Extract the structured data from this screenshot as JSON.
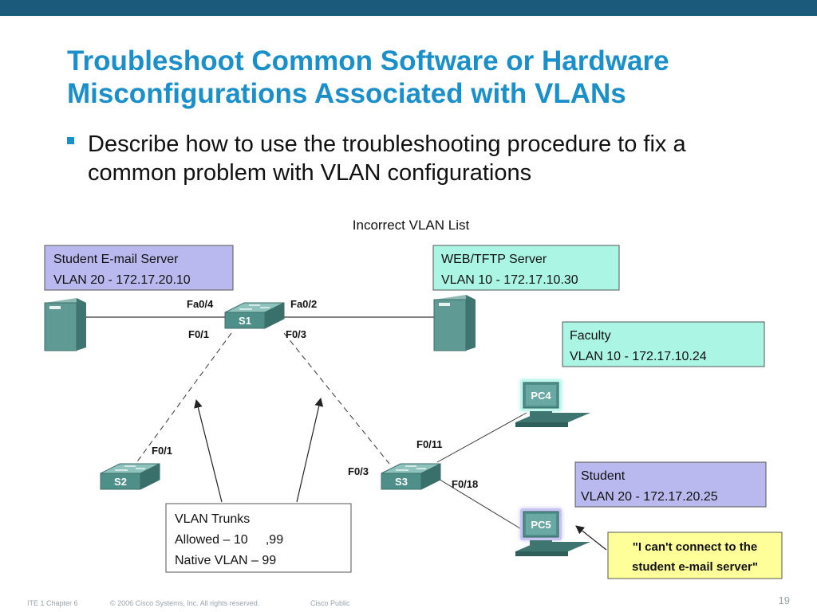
{
  "slide": {
    "title_line1": "Troubleshoot Common Software or Hardware",
    "title_line2": "Misconfigurations Associated with VLANs",
    "bullet": "Describe how to use the troubleshooting procedure to fix a common problem with VLAN configurations"
  },
  "diagram": {
    "heading": "Incorrect VLAN List",
    "email_server": {
      "name": "Student E-mail Server",
      "vlan": "VLAN 20 - 172.17.20.10"
    },
    "web_server": {
      "name": "WEB/TFTP Server",
      "vlan": "VLAN 10 - 172.17.10.30"
    },
    "faculty": {
      "name": "Faculty",
      "vlan": "VLAN 10 - 172.17.10.24"
    },
    "student": {
      "name": "Student",
      "vlan": "VLAN 20 - 172.17.20.25"
    },
    "switches": {
      "s1": "S1",
      "s2": "S2",
      "s3": "S3"
    },
    "pcs": {
      "pc4": "PC4",
      "pc5": "PC5"
    },
    "ports": {
      "s1_fa04": "Fa0/4",
      "s1_fa02": "Fa0/2",
      "s1_f01": "F0/1",
      "s1_f03": "F0/3",
      "s2_f01": "F0/1",
      "s3_f03": "F0/3",
      "s3_f011": "F0/11",
      "s3_f018": "F0/18"
    },
    "trunks": {
      "title": "VLAN Trunks",
      "allowed": "Allowed – 10     ,99",
      "native": "Native VLAN – 99"
    },
    "quote_line1": "\"I can't connect to the",
    "quote_line2": "student e-mail server\""
  },
  "colors": {
    "title_blue": "#1a8fc9",
    "top_bar": "#1b5a7a",
    "lavender_box": "#b9b9ef",
    "aqua_box": "#aaf5e3",
    "quote_box": "#ffff99",
    "device_teal": "#4f8f8a"
  },
  "footer": {
    "left": "ITE 1 Chapter 6",
    "copyright": "© 2006 Cisco Systems, Inc. All rights reserved.",
    "classification": "Cisco Public",
    "page_number": "19"
  }
}
